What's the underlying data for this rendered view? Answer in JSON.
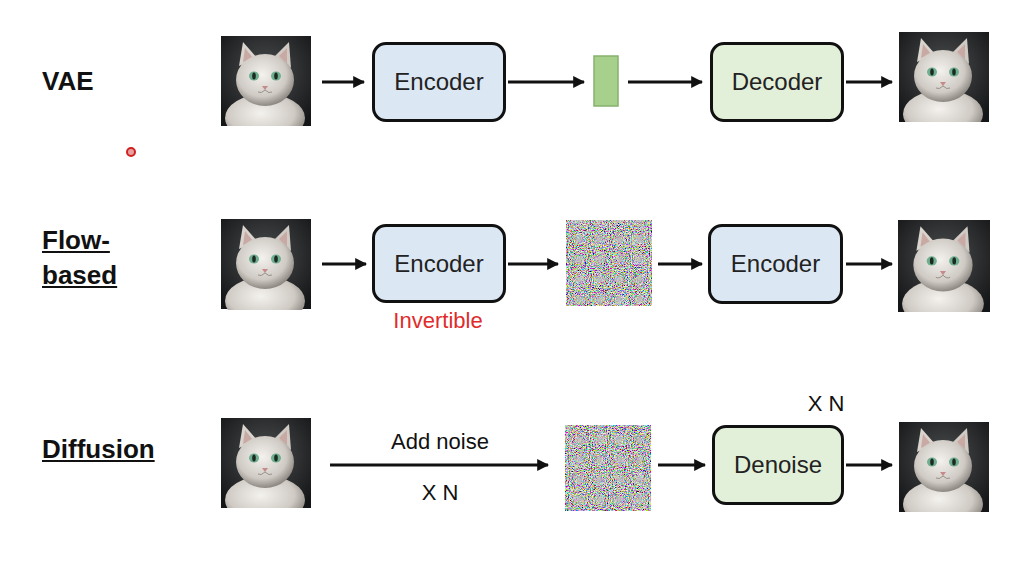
{
  "diagram": {
    "nodes": [
      {
        "text": [
          "Encoder"
        ]
      },
      {
        "text": [
          "Decoder"
        ]
      },
      {
        "text": [
          "Encoder"
        ]
      },
      {
        "text": [
          "Encoder"
        ]
      },
      {
        "text": [
          "Denoise"
        ]
      }
    ],
    "labels": [
      "VAE",
      "Flow- based",
      "Invertible",
      "Diffusion",
      "X N",
      "Add noise",
      "X N"
    ]
  }
}
